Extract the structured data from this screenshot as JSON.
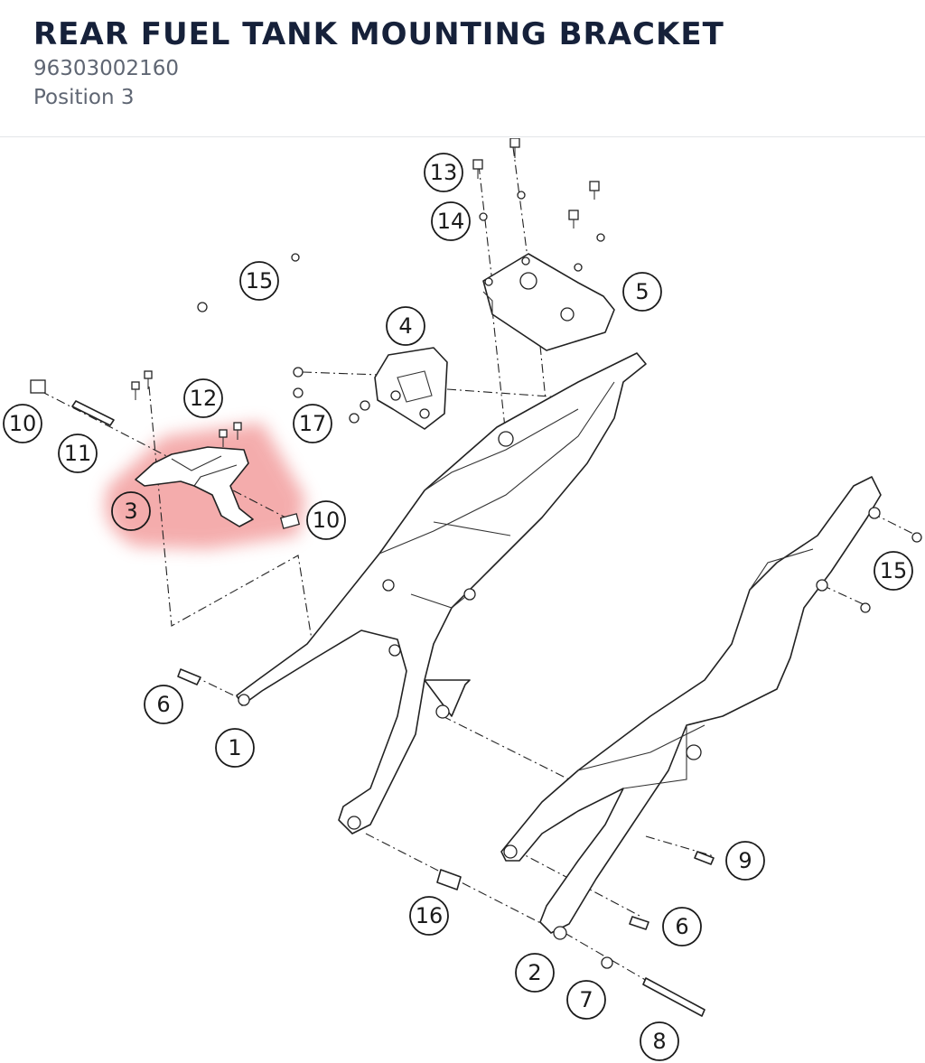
{
  "header": {
    "title": "REAR FUEL TANK MOUNTING BRACKET",
    "part_number": "96303002160",
    "position": "Position 3"
  },
  "diagram": {
    "highlight_color": "#f08a8a",
    "callouts": [
      {
        "key": "c13",
        "text": "13"
      },
      {
        "key": "c14",
        "text": "14"
      },
      {
        "key": "c15a",
        "text": "15"
      },
      {
        "key": "c5",
        "text": "5"
      },
      {
        "key": "c4",
        "text": "4"
      },
      {
        "key": "c12",
        "text": "12"
      },
      {
        "key": "c10a",
        "text": "10"
      },
      {
        "key": "c11",
        "text": "11"
      },
      {
        "key": "c17",
        "text": "17"
      },
      {
        "key": "c3",
        "text": "3"
      },
      {
        "key": "c10b",
        "text": "10"
      },
      {
        "key": "c15b",
        "text": "15"
      },
      {
        "key": "c6a",
        "text": "6"
      },
      {
        "key": "c1",
        "text": "1"
      },
      {
        "key": "c9",
        "text": "9"
      },
      {
        "key": "c16",
        "text": "16"
      },
      {
        "key": "c6b",
        "text": "6"
      },
      {
        "key": "c2",
        "text": "2"
      },
      {
        "key": "c7",
        "text": "7"
      },
      {
        "key": "c8",
        "text": "8"
      }
    ]
  }
}
